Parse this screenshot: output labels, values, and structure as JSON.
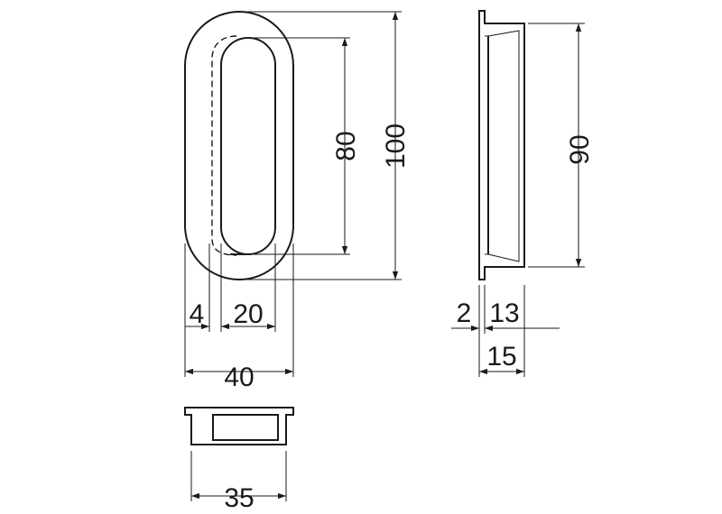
{
  "dimensions": {
    "hole_height": "80",
    "overall_height": "100",
    "wall_width": "4",
    "hole_width": "20",
    "overall_width": "40",
    "cutout_width": "35",
    "side_height": "90",
    "flange_thickness": "2",
    "body_depth": "13",
    "total_depth": "15"
  },
  "colors": {
    "line": "#1a1a1a",
    "background": "#ffffff"
  }
}
